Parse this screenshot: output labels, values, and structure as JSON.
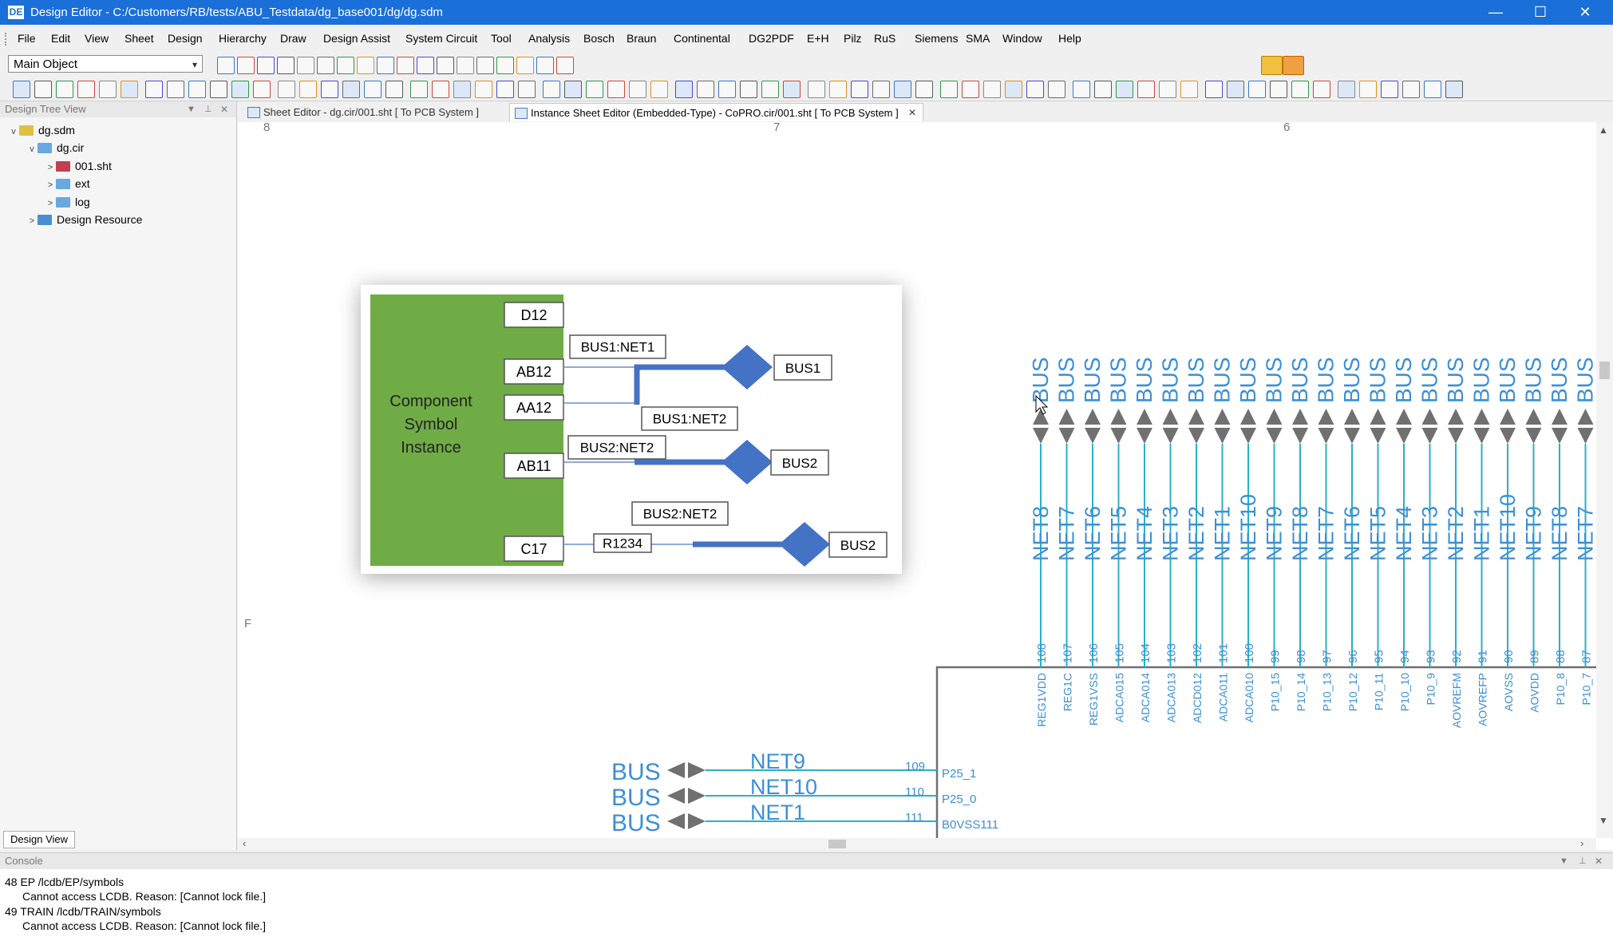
{
  "window": {
    "title": "Design Editor - C:/Customers/RB/tests/ABU_Testdata/dg_base001/dg/dg.sdm",
    "app_icon": "DE",
    "controls": [
      "—",
      "☐",
      "✕"
    ]
  },
  "menu": [
    "File",
    "Edit",
    "View",
    "Sheet",
    "Design",
    "Hierarchy",
    "Draw",
    "Design Assist",
    "System Circuit",
    "Tool",
    "Analysis",
    "Bosch",
    "Braun",
    "Continental",
    "DG2PDF",
    "E+H",
    "Pilz",
    "RuS",
    "Siemens",
    "SMA",
    "Window",
    "Help"
  ],
  "toolbar": {
    "object_select": "Main Object"
  },
  "tree": {
    "header": "Design Tree View",
    "items": [
      {
        "label": "dg.sdm",
        "level": 0,
        "toggle": "v"
      },
      {
        "label": "dg.cir",
        "level": 1,
        "toggle": "v"
      },
      {
        "label": "001.sht",
        "level": 2,
        "toggle": ">"
      },
      {
        "label": "ext",
        "level": 2,
        "toggle": ">"
      },
      {
        "label": "log",
        "level": 2,
        "toggle": ">"
      },
      {
        "label": "Design Resource",
        "level": 1,
        "toggle": ">"
      }
    ],
    "bottom_tab": "Design View"
  },
  "tabs": [
    {
      "label": "Sheet Editor - dg.cir/001.sht [ To PCB System ]",
      "active": false
    },
    {
      "label": "Instance Sheet Editor (Embedded-Type) - CoPRO.cir/001.sht [ To PCB System ]",
      "active": true
    }
  ],
  "tab_close": "×",
  "sheet": {
    "zone_labels": [
      "8",
      "7",
      "6",
      "F"
    ],
    "bus_word": "BUS",
    "nets": [
      "NET8",
      "NET7",
      "NET6",
      "NET5",
      "NET4",
      "NET3",
      "NET2",
      "NET1",
      "NET10",
      "NET9",
      "NET8",
      "NET7",
      "NET6",
      "NET5",
      "NET4",
      "NET3",
      "NET2",
      "NET1",
      "NET10",
      "NET9",
      "NET8",
      "NET7"
    ],
    "pin_numbers": [
      "108",
      "107",
      "106",
      "105",
      "104",
      "103",
      "102",
      "101",
      "100",
      "99",
      "98",
      "97",
      "96",
      "95",
      "94",
      "93",
      "92",
      "91",
      "90",
      "89",
      "88",
      "87"
    ],
    "pin_names": [
      "REG1VDD",
      "REG1C",
      "REG1VSS",
      "ADCA015",
      "ADCA014",
      "ADCA013",
      "ADCD012",
      "ADCA011",
      "ADCA010",
      "P10_15",
      "P10_14",
      "P10_13",
      "P10_12",
      "P10_11",
      "P10_10",
      "P10_9",
      "AOVREFM",
      "AOVREFP",
      "AOVSS",
      "AOVDD",
      "P10_8",
      "P10_7"
    ],
    "left_rows": [
      {
        "bus": "BUS",
        "net": "NET9",
        "num": "109",
        "pin": "P25_1"
      },
      {
        "bus": "BUS",
        "net": "NET10",
        "num": "110",
        "pin": "P25_0"
      },
      {
        "bus": "BUS",
        "net": "NET1",
        "num": "111",
        "pin": "B0VSS111"
      }
    ]
  },
  "diagram": {
    "component_label": [
      "Component",
      "Symbol",
      "Instance"
    ],
    "pins": [
      "D12",
      "AB12",
      "AA12",
      "AB11",
      "C17"
    ],
    "net_labels": [
      "BUS1:NET1",
      "BUS1:NET2",
      "BUS2:NET2",
      "BUS2:NET2",
      "R1234"
    ],
    "bus_labels": [
      "BUS1",
      "BUS2",
      "BUS2"
    ]
  },
  "console": {
    "header": "Console",
    "lines": [
      "48  EP /lcdb/EP/symbols",
      "Cannot access LCDB.  Reason: [Cannot lock file.]",
      "49  TRAIN /lcdb/TRAIN/symbols",
      "Cannot access LCDB.  Reason: [Cannot lock file.]"
    ]
  },
  "colors": {
    "titlebar": "#1a6fd9",
    "schematic_blue": "#3c8fd6",
    "wire_teal": "#2ab0c8",
    "symbol_gray": "#707070",
    "component_green": "#6fac46",
    "bus_blue": "#4472c4"
  }
}
